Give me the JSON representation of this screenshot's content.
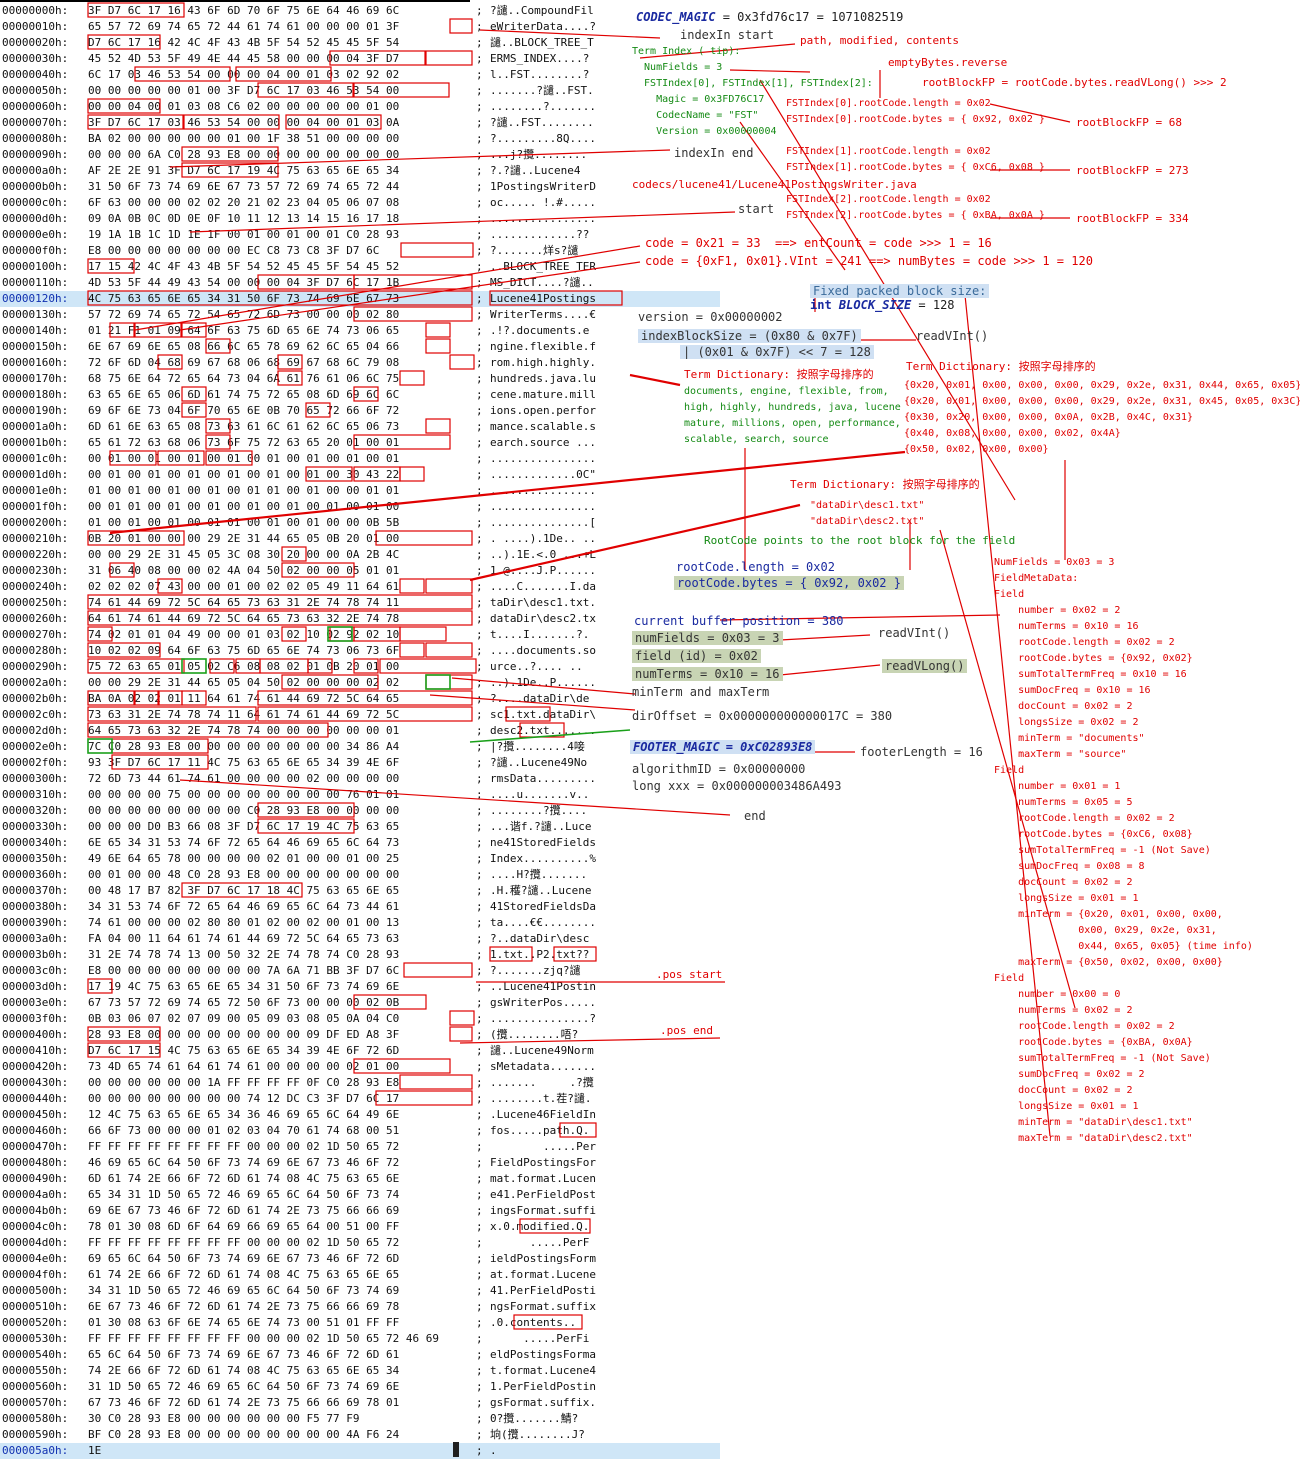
{
  "hex_rows": [
    {
      "offset": "00000000h:",
      "bytes": "3F D7 6C 17 16 43 6F 6D 70 6F 75 6E 64 46 69 6C",
      "ascii": "?譴..CompoundFil"
    },
    {
      "offset": "00000010h:",
      "bytes": "65 57 72 69 74 65 72 44 61 74 61 00 00 00 01 3F",
      "ascii": "eWriterData....?"
    },
    {
      "offset": "00000020h:",
      "bytes": "D7 6C 17 16 42 4C 4F 43 4B 5F 54 52 45 45 5F 54",
      "ascii": "譴..BLOCK_TREE_T"
    },
    {
      "offset": "00000030h:",
      "bytes": "45 52 4D 53 5F 49 4E 44 45 58 00 00 00 04 3F D7",
      "ascii": "ERMS_INDEX....?"
    },
    {
      "offset": "00000040h:",
      "bytes": "6C 17 03 46 53 54 00 00 00 04 00 01 03 02 92 02",
      "ascii": "l..FST........?"
    },
    {
      "offset": "00000050h:",
      "bytes": "00 00 00 00 00 01 00 3F D7 6C 17 03 46 53 54 00",
      "ascii": ".......?譴..FST."
    },
    {
      "offset": "00000060h:",
      "bytes": "00 00 04 00 01 03 08 C6 02 00 00 00 00 00 01 00",
      "ascii": "........?......."
    },
    {
      "offset": "00000070h:",
      "bytes": "3F D7 6C 17 03 46 53 54 00 00 00 04 00 01 03 0A",
      "ascii": "?譴..FST........"
    },
    {
      "offset": "00000080h:",
      "bytes": "BA 02 00 00 00 00 00 01 00 1F 38 51 00 00 00 00",
      "ascii": "?.........8Q...."
    },
    {
      "offset": "00000090h:",
      "bytes": "00 00 00 6A C0 28 93 E8 00 00 00 00 00 00 00 00",
      "ascii": "...j?攬........"
    },
    {
      "offset": "000000a0h:",
      "bytes": "AF 2E 2E 91 3F D7 6C 17 19 4C 75 63 65 6E 65 34",
      "ascii": "?.?譴..Lucene4"
    },
    {
      "offset": "000000b0h:",
      "bytes": "31 50 6F 73 74 69 6E 67 73 57 72 69 74 65 72 44",
      "ascii": "1PostingsWriterD"
    },
    {
      "offset": "000000c0h:",
      "bytes": "6F 63 00 00 00 02 02 20 21 02 23 04 05 06 07 08",
      "ascii": "oc..... !.#....."
    },
    {
      "offset": "000000d0h:",
      "bytes": "09 0A 0B 0C 0D 0E 0F 10 11 12 13 14 15 16 17 18",
      "ascii": "................"
    },
    {
      "offset": "000000e0h:",
      "bytes": "19 1A 1B 1C 1D 1E 1F 00 01 00 01 00 01 C0 28 93",
      "ascii": ".............??"
    },
    {
      "offset": "000000f0h:",
      "bytes": "E8 00 00 00 00 00 00 00 EC C8 73 C8 3F D7 6C",
      "ascii": "?.......烊s?譴"
    },
    {
      "offset": "00000100h:",
      "bytes": "17 15 42 4C 4F 43 4B 5F 54 52 45 45 5F 54 45 52",
      "ascii": "..BLOCK_TREE_TER"
    },
    {
      "offset": "00000110h:",
      "bytes": "4D 53 5F 44 49 43 54 00 00 00 04 3F D7 6C 17 1B",
      "ascii": "MS_DICT....?譴.."
    },
    {
      "offset": "00000120h:",
      "bytes": "4C 75 63 65 6E 65 34 31 50 6F 73 74 69 6E 67 73",
      "ascii": "Lucene41Postings",
      "sel": true
    },
    {
      "offset": "00000130h:",
      "bytes": "57 72 69 74 65 72 54 65 72 6D 73 00 00 00 02 80",
      "ascii": "WriterTerms....€"
    },
    {
      "offset": "00000140h:",
      "bytes": "01 21 F1 01 09 64 6F 63 75 6D 65 6E 74 73 06 65",
      "ascii": ".!?.documents.e"
    },
    {
      "offset": "00000150h:",
      "bytes": "6E 67 69 6E 65 08 66 6C 65 78 69 62 6C 65 04 66",
      "ascii": "ngine.flexible.f"
    },
    {
      "offset": "00000160h:",
      "bytes": "72 6F 6D 04 68 69 67 68 06 68 69 67 68 6C 79 08",
      "ascii": "rom.high.highly."
    },
    {
      "offset": "00000170h:",
      "bytes": "68 75 6E 64 72 65 64 73 04 6A 61 76 61 06 6C 75",
      "ascii": "hundreds.java.lu"
    },
    {
      "offset": "00000180h:",
      "bytes": "63 65 6E 65 06 6D 61 74 75 72 65 08 6D 69 6C 6C",
      "ascii": "cene.mature.mill"
    },
    {
      "offset": "00000190h:",
      "bytes": "69 6F 6E 73 04 6F 70 65 6E 0B 70 65 72 66 6F 72",
      "ascii": "ions.open.perfor"
    },
    {
      "offset": "000001a0h:",
      "bytes": "6D 61 6E 63 65 08 73 63 61 6C 61 62 6C 65 06 73",
      "ascii": "mance.scalable.s"
    },
    {
      "offset": "000001b0h:",
      "bytes": "65 61 72 63 68 06 73 6F 75 72 63 65 20 01 00 01",
      "ascii": "earch.source ..."
    },
    {
      "offset": "000001c0h:",
      "bytes": "00 01 00 01 00 01 00 01 00 01 00 01 00 01 00 01",
      "ascii": "................"
    },
    {
      "offset": "000001d0h:",
      "bytes": "00 01 00 01 00 01 00 01 00 01 00 01 00 30 43 22",
      "ascii": ".............0C\""
    },
    {
      "offset": "000001e0h:",
      "bytes": "01 00 01 00 01 00 01 00 01 01 00 01 00 00 01 01",
      "ascii": "................"
    },
    {
      "offset": "000001f0h:",
      "bytes": "00 01 01 00 01 00 01 00 01 00 01 00 01 00 01 00",
      "ascii": "................"
    },
    {
      "offset": "00000200h:",
      "bytes": "01 00 01 00 01 00 01 01 00 01 00 01 00 00 0B 5B",
      "ascii": "...............["
    },
    {
      "offset": "00000210h:",
      "bytes": "0B 20 01 00 00 00 29 2E 31 44 65 05 0B 20 01 00",
      "ascii": ". ....).1De.. .."
    },
    {
      "offset": "00000220h:",
      "bytes": "00 00 29 2E 31 45 05 3C 08 30 20 00 00 0A 2B 4C",
      "ascii": "..).1E.<.0 ...+L"
    },
    {
      "offset": "00000230h:",
      "bytes": "31 06 40 08 00 00 02 4A 04 50 02 00 00 05 01 01",
      "ascii": "1.@....J.P......"
    },
    {
      "offset": "00000240h:",
      "bytes": "02 02 02 07 43 00 00 01 00 02 02 05 49 11 64 61",
      "ascii": "....C.......I.da"
    },
    {
      "offset": "00000250h:",
      "bytes": "74 61 44 69 72 5C 64 65 73 63 31 2E 74 78 74 11",
      "ascii": "taDir\\desc1.txt."
    },
    {
      "offset": "00000260h:",
      "bytes": "64 61 74 61 44 69 72 5C 64 65 73 63 32 2E 74 78",
      "ascii": "dataDir\\desc2.tx"
    },
    {
      "offset": "00000270h:",
      "bytes": "74 02 01 01 04 49 00 00 01 03 02 10 02 92 02 10",
      "ascii": "t....I.......?."
    },
    {
      "offset": "00000280h:",
      "bytes": "10 02 02 09 64 6F 63 75 6D 65 6E 74 73 06 73 6F",
      "ascii": "....documents.so"
    },
    {
      "offset": "00000290h:",
      "bytes": "75 72 63 65 01 05 02 C6 08 08 02 01 0B 20 01 00",
      "ascii": "urce..?.... .."
    },
    {
      "offset": "000002a0h:",
      "bytes": "00 00 29 2E 31 44 65 05 04 50 02 00 00 00 02 02",
      "ascii": "..).1De..P......"
    },
    {
      "offset": "000002b0h:",
      "bytes": "BA 0A 02 02 01 11 64 61 74 61 44 69 72 5C 64 65",
      "ascii": "?....dataDir\\de"
    },
    {
      "offset": "000002c0h:",
      "bytes": "73 63 31 2E 74 78 74 11 64 61 74 61 44 69 72 5C",
      "ascii": "sc1.txt.dataDir\\"
    },
    {
      "offset": "000002d0h:",
      "bytes": "64 65 73 63 32 2E 74 78 74 00 00 00 00 00 00 01",
      "ascii": "desc2.txt......."
    },
    {
      "offset": "000002e0h:",
      "bytes": "7C C0 28 93 E8 00 00 00 00 00 00 00 00 34 86 A4",
      "ascii": "|?攬........4唼"
    },
    {
      "offset": "000002f0h:",
      "bytes": "93 3F D7 6C 17 11 4C 75 63 65 6E 65 34 39 4E 6F",
      "ascii": "?譴..Lucene49No"
    },
    {
      "offset": "00000300h:",
      "bytes": "72 6D 73 44 61 74 61 00 00 00 00 02 00 00 00 00",
      "ascii": "rmsData........."
    },
    {
      "offset": "00000310h:",
      "bytes": "00 00 00 00 75 00 00 00 00 00 00 00 00 76 01 01",
      "ascii": "....u.......v.."
    },
    {
      "offset": "00000320h:",
      "bytes": "00 00 00 00 00 00 00 00 C0 28 93 E8 00 00 00 00",
      "ascii": "........?攬...."
    },
    {
      "offset": "00000330h:",
      "bytes": "00 00 00 D0 B3 66 08 3F D7 6C 17 19 4C 75 63 65",
      "ascii": "...谐f.?譴..Luce"
    },
    {
      "offset": "00000340h:",
      "bytes": "6E 65 34 31 53 74 6F 72 65 64 46 69 65 6C 64 73",
      "ascii": "ne41StoredFields"
    },
    {
      "offset": "00000350h:",
      "bytes": "49 6E 64 65 78 00 00 00 00 02 01 00 00 01 00 25",
      "ascii": "Index..........%"
    },
    {
      "offset": "00000360h:",
      "bytes": "00 01 00 00 48 C0 28 93 E8 00 00 00 00 00 00 00",
      "ascii": "....H?攬......."
    },
    {
      "offset": "00000370h:",
      "bytes": "00 48 17 B7 82 3F D7 6C 17 18 4C 75 63 65 6E 65",
      "ascii": ".H.穫?譴..Lucene"
    },
    {
      "offset": "00000380h:",
      "bytes": "34 31 53 74 6F 72 65 64 46 69 65 6C 64 73 44 61",
      "ascii": "41StoredFieldsDa"
    },
    {
      "offset": "00000390h:",
      "bytes": "74 61 00 00 00 02 80 80 01 02 00 02 00 01 00 13",
      "ascii": "ta....€€........"
    },
    {
      "offset": "000003a0h:",
      "bytes": "FA 04 00 11 64 61 74 61 44 69 72 5C 64 65 73 63",
      "ascii": "?..dataDir\\desc"
    },
    {
      "offset": "000003b0h:",
      "bytes": "31 2E 74 78 74 13 00 50 32 2E 74 78 74 C0 28 93",
      "ascii": "1.txt..P2.txt??"
    },
    {
      "offset": "000003c0h:",
      "bytes": "E8 00 00 00 00 00 00 00 00 7A 6A 71 BB 3F D7 6C",
      "ascii": "?.......zjq?譴"
    },
    {
      "offset": "000003d0h:",
      "bytes": "17 19 4C 75 63 65 6E 65 34 31 50 6F 73 74 69 6E",
      "ascii": "..Lucene41Postin"
    },
    {
      "offset": "000003e0h:",
      "bytes": "67 73 57 72 69 74 65 72 50 6F 73 00 00 00 02 0B",
      "ascii": "gsWriterPos....."
    },
    {
      "offset": "000003f0h:",
      "bytes": "0B 03 06 07 02 07 09 00 05 09 03 08 05 0A 04 C0",
      "ascii": "...............?"
    },
    {
      "offset": "00000400h:",
      "bytes": "28 93 E8 00 00 00 00 00 00 00 00 09 DF ED A8 3F",
      "ascii": "(攬........唔?"
    },
    {
      "offset": "00000410h:",
      "bytes": "D7 6C 17 15 4C 75 63 65 6E 65 34 39 4E 6F 72 6D",
      "ascii": "譴..Lucene49Norm"
    },
    {
      "offset": "00000420h:",
      "bytes": "73 4D 65 74 61 64 61 74 61 00 00 00 00 02 01 00",
      "ascii": "sMetadata......."
    },
    {
      "offset": "00000430h:",
      "bytes": "00 00 00 00 00 00 1A FF FF FF FF 0F C0 28 93 E8",
      "ascii": ".......     .?攬"
    },
    {
      "offset": "00000440h:",
      "bytes": "00 00 00 00 00 00 00 00 74 12 DC C3 3F D7 6C 17",
      "ascii": "........t.茬?譴."
    },
    {
      "offset": "00000450h:",
      "bytes": "12 4C 75 63 65 6E 65 34 36 46 69 65 6C 64 49 6E",
      "ascii": ".Lucene46FieldIn"
    },
    {
      "offset": "00000460h:",
      "bytes": "66 6F 73 00 00 00 01 02 03 04 70 61 74 68 00 51",
      "ascii": "fos.....path.Q."
    },
    {
      "offset": "00000470h:",
      "bytes": "FF FF FF FF FF FF FF FF 00 00 00 02 1D 50 65 72",
      "ascii": "        .....Per"
    },
    {
      "offset": "00000480h:",
      "bytes": "46 69 65 6C 64 50 6F 73 74 69 6E 67 73 46 6F 72",
      "ascii": "FieldPostingsFor"
    },
    {
      "offset": "00000490h:",
      "bytes": "6D 61 74 2E 66 6F 72 6D 61 74 08 4C 75 63 65 6E",
      "ascii": "mat.format.Lucen"
    },
    {
      "offset": "000004a0h:",
      "bytes": "65 34 31 1D 50 65 72 46 69 65 6C 64 50 6F 73 74",
      "ascii": "e41.PerFieldPost"
    },
    {
      "offset": "000004b0h:",
      "bytes": "69 6E 67 73 46 6F 72 6D 61 74 2E 73 75 66 66 69",
      "ascii": "ingsFormat.suffi"
    },
    {
      "offset": "000004c0h:",
      "bytes": "78 01 30 08 6D 6F 64 69 66 69 65 64 00 51 00 FF",
      "ascii": "x.0.modified.Q."
    },
    {
      "offset": "000004d0h:",
      "bytes": "FF FF FF FF FF FF FF FF 00 00 00 02 1D 50 65 72",
      "ascii": "      .....PerF"
    },
    {
      "offset": "000004e0h:",
      "bytes": "69 65 6C 64 50 6F 73 74 69 6E 67 73 46 6F 72 6D",
      "ascii": "ieldPostingsForm"
    },
    {
      "offset": "000004f0h:",
      "bytes": "61 74 2E 66 6F 72 6D 61 74 08 4C 75 63 65 6E 65",
      "ascii": "at.format.Lucene"
    },
    {
      "offset": "00000500h:",
      "bytes": "34 31 1D 50 65 72 46 69 65 6C 64 50 6F 73 74 69",
      "ascii": "41.PerFieldPosti"
    },
    {
      "offset": "00000510h:",
      "bytes": "6E 67 73 46 6F 72 6D 61 74 2E 73 75 66 66 69 78",
      "ascii": "ngsFormat.suffix"
    },
    {
      "offset": "00000520h:",
      "bytes": "01 30 08 63 6F 6E 74 65 6E 74 73 00 51 01 FF FF",
      "ascii": ".0.contents.."
    },
    {
      "offset": "00000530h:",
      "bytes": "FF FF FF FF FF FF FF FF 00 00 00 02 1D 50 65 72 46 69",
      "ascii": "     .....PerFi"
    },
    {
      "offset": "00000540h:",
      "bytes": "65 6C 64 50 6F 73 74 69 6E 67 73 46 6F 72 6D 61",
      "ascii": "eldPostingsForma"
    },
    {
      "offset": "00000550h:",
      "bytes": "74 2E 66 6F 72 6D 61 74 08 4C 75 63 65 6E 65 34",
      "ascii": "t.format.Lucene4"
    },
    {
      "offset": "00000560h:",
      "bytes": "31 1D 50 65 72 46 69 65 6C 64 50 6F 73 74 69 6E",
      "ascii": "1.PerFieldPostin"
    },
    {
      "offset": "00000570h:",
      "bytes": "67 73 46 6F 72 6D 61 74 2E 73 75 66 66 69 78 01",
      "ascii": "gsFormat.suffix."
    },
    {
      "offset": "00000580h:",
      "bytes": "30 C0 28 93 E8 00 00 00 00 00 00 F5 77 F9",
      "ascii": "0?攬.......鯖?"
    },
    {
      "offset": "00000590h:",
      "bytes": "BF C0 28 93 E8 00 00 00 00 00 00 00 00 4A F6 24",
      "ascii": "垧(攬........J?"
    },
    {
      "offset": "000005a0h:",
      "bytes": "1E",
      "ascii": ".",
      "sel": true
    }
  ],
  "ascii_separator": ";",
  "annotations": {
    "codec_magic_name": "CODEC_MAGIC",
    "codec_magic_value": "= 0x3fd76c17 = 1071082519",
    "indexin_start": "indexIn start",
    "term_index_block": "Term Index ( tip):\n  NumFields = 3\n  FSTIndex[0], FSTIndex[1], FSTIndex[2]:\n    Magic = 0x3FD76C17\n    CodecName = \"FST\"\n    Version = 0x00000004",
    "path_modified_contents": "path, modified, contents",
    "empty_bytes_reverse": "emptyBytes.reverse",
    "root_block_fp_formula": "rootBlockFP = rootCode.bytes.readVLong() >>> 2",
    "fst0": "FSTIndex[0].rootCode.length = 0x02\nFSTIndex[0].rootCode.bytes = { 0x92, 0x02 }",
    "fst0_rbfp": "rootBlockFP = 68",
    "fst1": "FSTIndex[1].rootCode.length = 0x02\nFSTIndex[1].rootCode.bytes = { 0xC6, 0x08 }",
    "fst1_rbfp": "rootBlockFP = 273",
    "fst2": "FSTIndex[2].rootCode.length = 0x02\nFSTIndex[2].rootCode.bytes = { 0xBA, 0x0A }",
    "fst2_rbfp": "rootBlockFP = 334",
    "indexin_end": "indexIn end",
    "codec_path": "codecs/lucene41/Lucene41PostingsWriter.java",
    "start": "start",
    "code_1": "code = 0x21 = 33  ==> entCount = code >>> 1 = 16",
    "code_2": "code = {0xF1, 0x01}.VInt = 241 ==> numBytes = code >>> 1 = 120",
    "fixed_block_comment": "Fixed packed block size:",
    "block_size_kw": "int",
    "block_size_name": "BLOCK_SIZE",
    "block_size_value": "= 128",
    "version": "version = 0x00000002",
    "index_block_size_1": "indexBlockSize = (0x80 & 0x7F)",
    "index_block_size_2": "| (0x01 & 0x7F) << 7 = 128",
    "read_vint_1": "readVInt()",
    "term_dict_1_title": "Term Dictionary: 按照字母排序的",
    "term_dict_1_body": "documents, engine, flexible, from,\nhigh, highly, hundreds, java, lucene\nmature, millions, open, performance,\nscalable, search, source",
    "term_dict_2_title": "Term Dictionary: 按照字母排序的",
    "term_dict_2_body": "{0x20, 0x01, 0x00, 0x00, 0x00, 0x29, 0x2e, 0x31, 0x44, 0x65, 0x05}\n{0x20, 0x01, 0x00, 0x00, 0x00, 0x29, 0x2e, 0x31, 0x45, 0x05, 0x3C}\n{0x30, 0x20, 0x00, 0x00, 0x0A, 0x2B, 0x4C, 0x31}\n{0x40, 0x08, 0x00, 0x00, 0x02, 0x4A}\n{0x50, 0x02, 0x00, 0x00}",
    "term_dict_3_title": "Term Dictionary: 按照字母排序的",
    "term_dict_3_body": "\"dataDir\\desc1.txt\"\n\"dataDir\\desc2.txt\"",
    "root_code_points": "RootCode points to the root block for the field",
    "root_code_length": "rootCode.length = 0x02",
    "root_code_bytes": "rootCode.bytes = { 0x92, 0x02 }",
    "current_buffer_position": "current buffer position = 380",
    "num_fields": "numFields = 0x03 = 3",
    "read_vint_2": "readVInt()",
    "field_id": "field (id) = 0x02",
    "num_terms": "numTerms = 0x10 = 16",
    "read_vlong": "readVLong()",
    "min_max_term": "minTerm and maxTerm",
    "dir_offset": "dirOffset = 0x000000000000017C = 380",
    "footer_magic_name": "FOOTER_MAGIC",
    "footer_magic_value": "= 0xC02893E8",
    "footer_length": "footerLength = 16",
    "algorithm_id": "algorithmID = 0x00000000",
    "long_xxx": "long xxx = 0x000000003486A493",
    "end": "end",
    "pos_start": ".pos start",
    "pos_end": ".pos end",
    "field_meta": "NumFields = 0x03 = 3\nFieldMetaData:\nField\n    number = 0x02 = 2\n    numTerms = 0x10 = 16\n    rootCode.length = 0x02 = 2\n    rootCode.bytes = {0x92, 0x02}\n    sumTotalTermFreq = 0x10 = 16\n    sumDocFreq = 0x10 = 16\n    docCount = 0x02 = 2\n    longsSize = 0x02 = 2\n    minTerm = \"documents\"\n    maxTerm = \"source\"\nField\n    number = 0x01 = 1\n    numTerms = 0x05 = 5\n    rootCode.length = 0x02 = 2\n    rootCode.bytes = {0xC6, 0x08}\n    sumTotalTermFreq = -1 (Not Save)\n    sumDocFreq = 0x08 = 8\n    docCount = 0x02 = 2\n    longsSize = 0x01 = 1\n    minTerm = {0x20, 0x01, 0x00, 0x00,\n              0x00, 0x29, 0x2e, 0x31,\n              0x44, 0x65, 0x05} (time info)\n    maxTerm = {0x50, 0x02, 0x00, 0x00}\nField\n    number = 0x00 = 0\n    numTerms = 0x02 = 2\n    rootCode.length = 0x02 = 2\n    rootCode.bytes = {0xBA, 0x0A}\n    sumTotalTermFreq = -1 (Not Save)\n    sumDocFreq = 0x02 = 2\n    docCount = 0x02 = 2\n    longsSize = 0x01 = 1\n    minTerm = \"dataDir\\desc1.txt\"\n    maxTerm = \"dataDir\\desc2.txt\""
  },
  "colors": {
    "annotation_red": "#e00000",
    "annotation_green": "#148a14",
    "magic_navy": "#1a2aa0",
    "selection_blue": "#cfe6f7"
  }
}
